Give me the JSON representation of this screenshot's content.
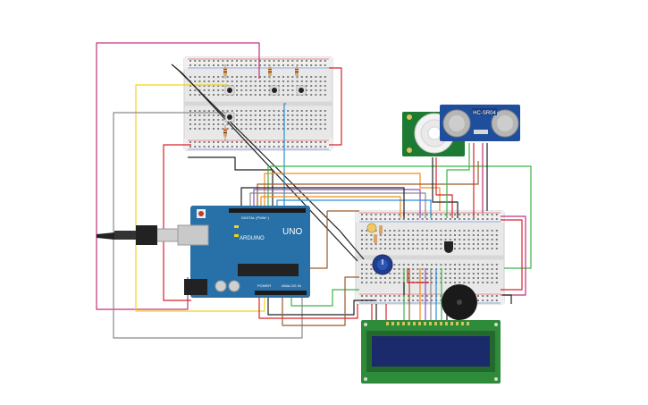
{
  "arduino": {
    "board_name": "UNO",
    "brand": "ARDUINO",
    "digital_label": "DIGITAL (PWM~)",
    "power_label": "POWER",
    "analog_label": "ANALOG IN"
  },
  "ultrasonic": {
    "model": "HC-SR04"
  },
  "colors": {
    "breadboard": "#e6e6e6",
    "arduino_blue": "#2770a8",
    "lcd_green": "#2e8b3a",
    "lcd_screen": "#1b2a6b",
    "pir_green": "#1d7a33",
    "hcsr04_blue": "#1f4f9c",
    "wire_magenta": "#c2307f",
    "wire_yellow": "#f2d21b",
    "wire_gray": "#8a8a8a",
    "wire_red": "#d8232a",
    "wire_black": "#222222",
    "wire_green": "#3bb54a",
    "wire_brown": "#9b5a2a",
    "wire_blue": "#2a8fd0",
    "wire_orange": "#f08c1e",
    "wire_purple": "#8a4fc0"
  }
}
